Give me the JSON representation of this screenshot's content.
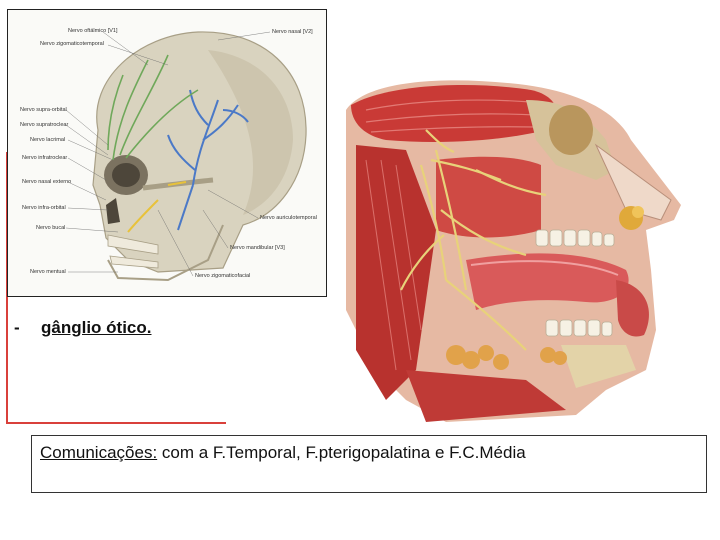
{
  "bullet": {
    "dash": "-",
    "text": "gânglio ótico."
  },
  "communications": {
    "heading": "Comunicações:",
    "body": " com a F.Temporal, F.pterigopalatina e F.C.Média"
  },
  "skull_labels": {
    "l1": "Nervo oftálmico [V1]",
    "l2": "Nervo zigomaticotemporal",
    "l3": "Nervo nasal [V2]",
    "l4": "Nervo supra-orbital",
    "l5": "Nervo supratroclear",
    "l6": "Nervo lacrimal",
    "l7": "Nervo infratroclear",
    "l8": "Nervo nasal externo",
    "l9": "Nervo infra-orbital",
    "l10": "Nervo bucal",
    "l11": "Nervo mentual",
    "l12": "Nervo auriculotemporal",
    "l13": "Nervo mandibular [V3]",
    "l14": "Nervo zigomaticofacial"
  },
  "colors": {
    "accent_red": "#d9403b",
    "nerve_yellow": "#e8d27a",
    "muscle_red": "#c93a36"
  }
}
